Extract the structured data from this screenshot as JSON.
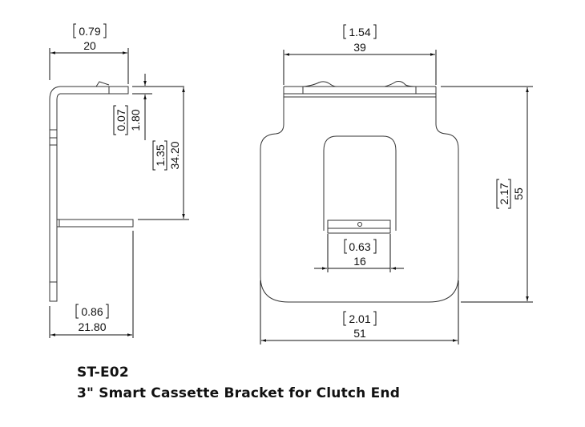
{
  "title": {
    "part_number": "ST-E02",
    "description": "3\" Smart Cassette Bracket for Clutch End"
  },
  "side_view": {
    "top_width": {
      "inch": "0.79",
      "mm": "20"
    },
    "thickness": {
      "inch": "0.07",
      "mm": "1.80"
    },
    "flange_spacing": {
      "inch": "1.35",
      "mm": "34.20"
    },
    "bottom_width": {
      "inch": "0.86",
      "mm": "21.80"
    }
  },
  "front_view": {
    "top_width": {
      "inch": "1.54",
      "mm": "39"
    },
    "height": {
      "inch": "2.17",
      "mm": "55"
    },
    "slot_width": {
      "inch": "0.63",
      "mm": "16"
    },
    "overall_width": {
      "inch": "2.01",
      "mm": "51"
    }
  },
  "colors": {
    "line": "#111111",
    "part_edge": "#555555"
  }
}
